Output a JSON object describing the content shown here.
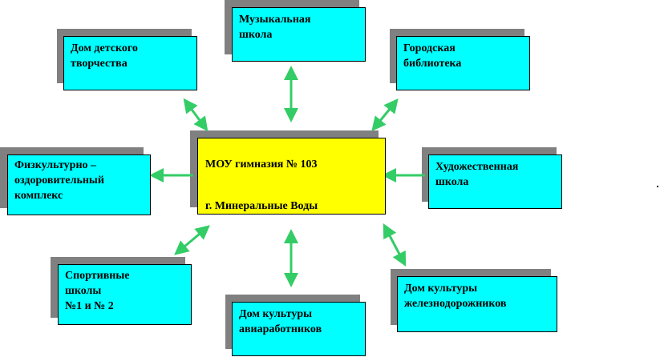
{
  "diagram": {
    "center": {
      "line1": "МОУ гимназия № 103",
      "line2": "г. Минеральные Воды"
    },
    "nodes": {
      "dom_detskogo": "Дом детского\nтворчества",
      "muzykalnaya": "Музыкальная\nшкола",
      "gorodskaya": "Городская\nбиблиотека",
      "fizkultura": "Физкультурно –\nоздоровительный\nкомплекс",
      "khudozhestvennaya": "Художественная\nшкола",
      "sportivnye": "Спортивные\nшколы\n№1 и № 2",
      "aviarabotnikov": "Дом культуры\nавиаработников",
      "zheleznodorozhnikov": "Дом культуры\nжелезнодорожников"
    },
    "colors": {
      "node_fill": "#00ffff",
      "center_fill": "#ffff00",
      "shadow": "#808080",
      "arrow": "#33cc66"
    }
  }
}
